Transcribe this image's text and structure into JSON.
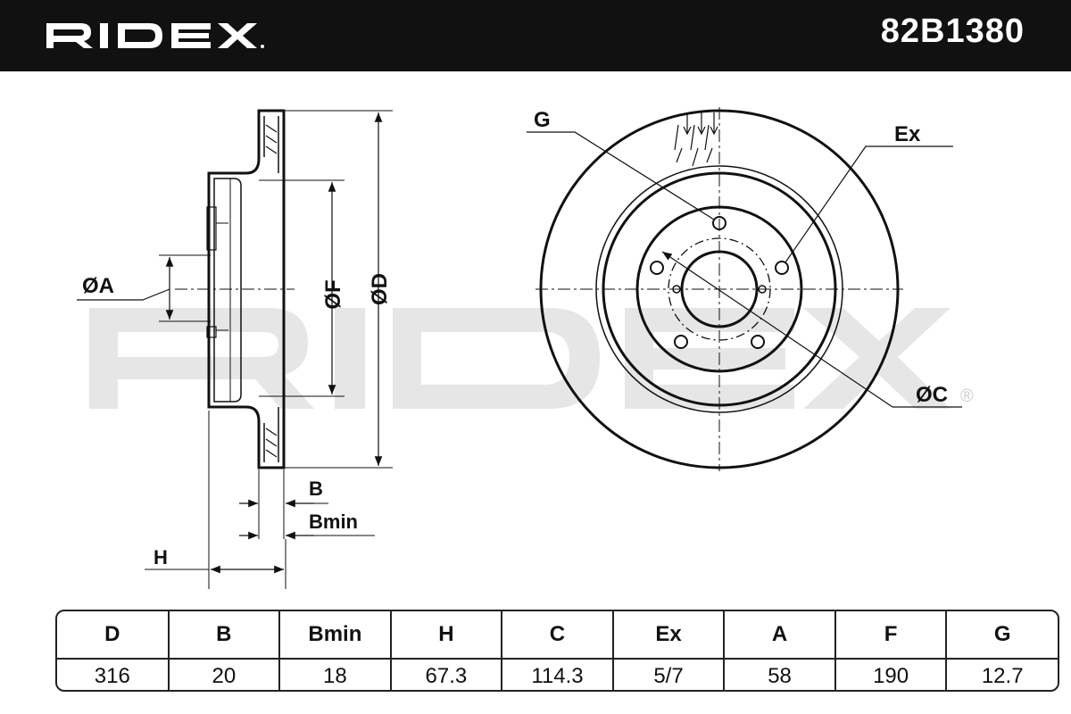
{
  "header": {
    "brand": "RIDEX",
    "part_number": "82B1380"
  },
  "diagram": {
    "labels": {
      "A": "ØA",
      "F": "ØF",
      "D": "ØD",
      "B": "B",
      "Bmin": "Bmin",
      "H": "H",
      "G": "G",
      "Ex": "Ex",
      "C": "ØC"
    },
    "registered_mark": "®"
  },
  "spec_table": {
    "headers": [
      "D",
      "B",
      "Bmin",
      "H",
      "C",
      "Ex",
      "A",
      "F",
      "G"
    ],
    "values": [
      "316",
      "20",
      "18",
      "67.3",
      "114.3",
      "5/7",
      "58",
      "190",
      "12.7"
    ]
  },
  "colors": {
    "header_bg": "#111111",
    "header_text": "#ffffff",
    "line": "#111111",
    "watermark": "#e6e6e6"
  }
}
